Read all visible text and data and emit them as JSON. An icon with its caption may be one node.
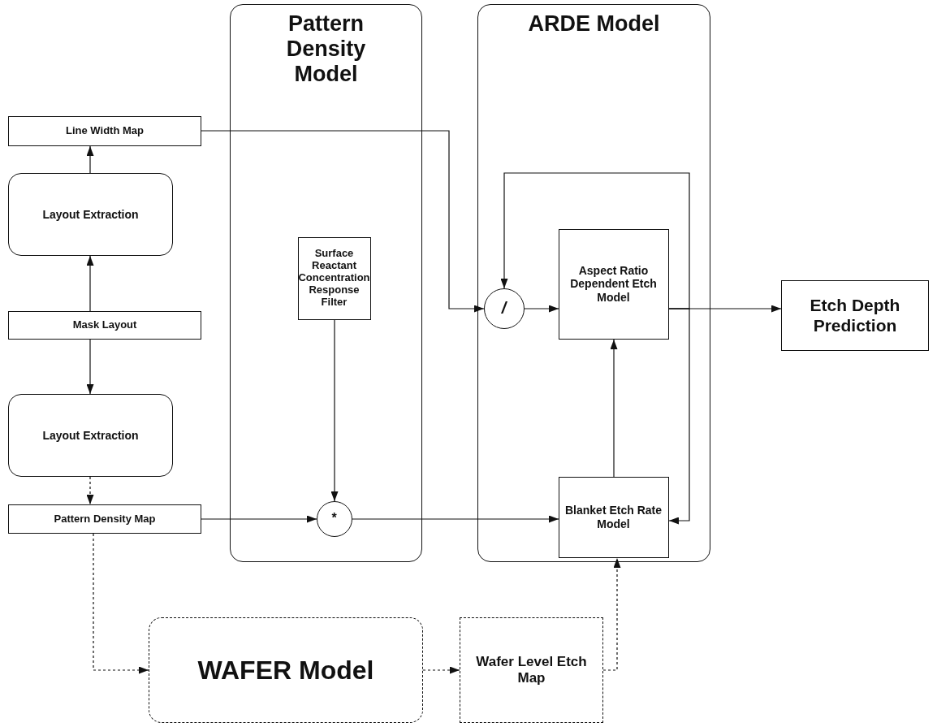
{
  "diagram": {
    "nodes": [
      {
        "text": [
          "Pattern Density Model"
        ]
      },
      {
        "text": [
          "ARDE Model"
        ]
      },
      {
        "text": [
          "Line Width Map"
        ]
      },
      {
        "text": [
          "Layout Extraction"
        ]
      },
      {
        "text": [
          "Mask Layout"
        ]
      },
      {
        "text": [
          "Layout Extraction"
        ]
      },
      {
        "text": [
          "Pattern Density Map"
        ]
      },
      {
        "text": [
          "Surface Reactant Concentration Response Filter"
        ],
        "in": 0
      },
      {
        "text": [
          "*"
        ],
        "in": 0
      },
      {
        "text": [
          "/"
        ],
        "in": 1
      },
      {
        "text": [
          "Aspect Ratio Dependent Etch Model"
        ],
        "in": 1
      },
      {
        "text": [
          "Blanket Etch Rate Model"
        ],
        "in": 1
      },
      {
        "text": [
          "Etch Depth Prediction"
        ]
      },
      {
        "text": [
          "WAFER Model"
        ]
      },
      {
        "text": [
          "Wafer Level Etch Map"
        ]
      }
    ],
    "edges": [
      {
        "from": 3,
        "to": 2,
        "arrow": "to"
      },
      {
        "from": 4,
        "to": 3,
        "arrow": "to"
      },
      {
        "from": 4,
        "to": 5,
        "arrow": "to"
      },
      {
        "from": 5,
        "to": 6,
        "arrow": "to",
        "style": "dashed"
      },
      {
        "from": 2,
        "to": 9,
        "arrow": "to"
      },
      {
        "from": 6,
        "to": 8,
        "arrow": "to"
      },
      {
        "from": 7,
        "to": 8,
        "arrow": "to"
      },
      {
        "from": 8,
        "to": 11,
        "arrow": "to"
      },
      {
        "from": 9,
        "to": 10,
        "arrow": "to"
      },
      {
        "from": 10,
        "to": 12,
        "arrow": "to"
      },
      {
        "from": 10,
        "to": 9,
        "arrow": "to"
      },
      {
        "from": 10,
        "to": 11,
        "arrow": "to"
      },
      {
        "from": 11,
        "to": 10,
        "arrow": "to"
      },
      {
        "from": 6,
        "to": 13,
        "arrow": "to",
        "style": "dashed"
      },
      {
        "from": 13,
        "to": 14,
        "arrow": "to",
        "style": "dashed"
      },
      {
        "from": 14,
        "to": 11,
        "arrow": "to",
        "style": "dashed"
      }
    ]
  }
}
